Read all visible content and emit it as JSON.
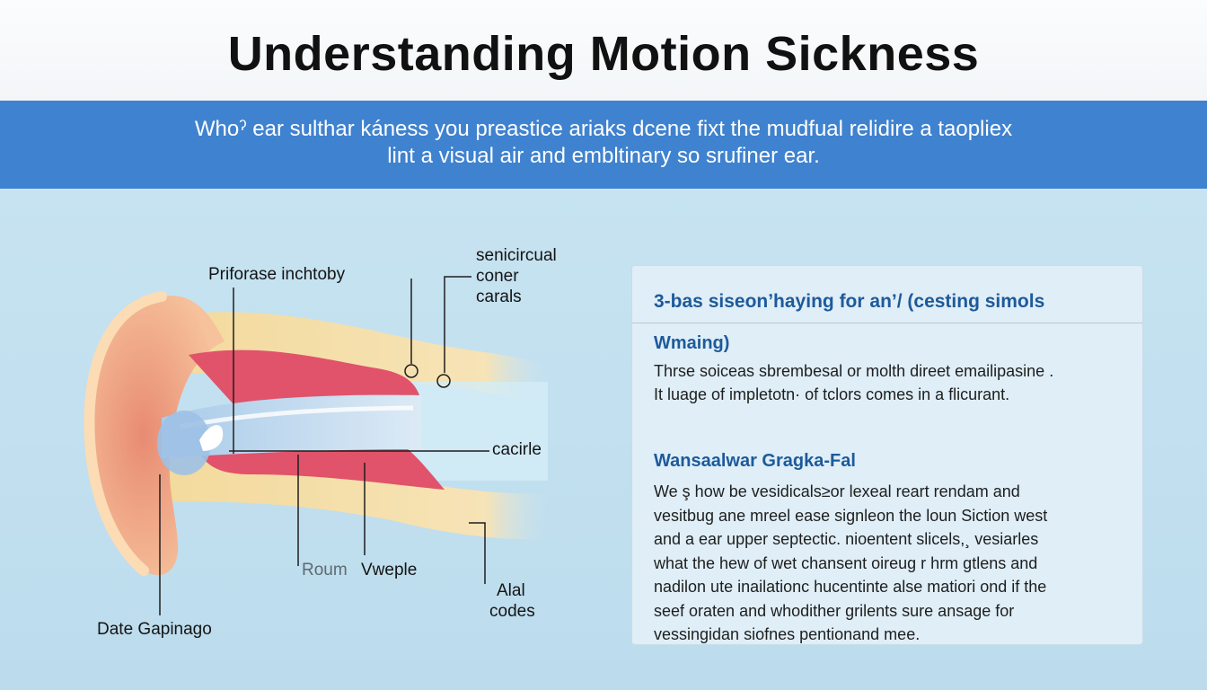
{
  "header": {
    "title": "Understanding Motion Sickness"
  },
  "banner": {
    "line1": "Whoˀ ear sulthar káness you preastice ariaks dcene fixt the mudfual relidire a taopliex",
    "line2": "lint a visual air and embltinary so srufiner ear."
  },
  "diagram": {
    "labels": {
      "top_left": "Priforase inchtoby",
      "top_right_1": "senicircual",
      "top_right_2": "coner",
      "top_right_3": "carals",
      "middle_right": "cacirle",
      "bottom_mid_a": "Roum",
      "bottom_mid_b": "Vweple",
      "bottom_right_1": "Alal",
      "bottom_right_2": "codes",
      "bottom_left": "Date Gapinago"
    },
    "colors": {
      "outer_ear": "#f4b98f",
      "inner_red": "#e0536a",
      "canal_blue": "#bcd9ef",
      "bone": "#f3d99a"
    }
  },
  "panel": {
    "heading": "3-bas siseonʼhaying for an’/ (cesting simols",
    "section1": {
      "title": "Wmaing)",
      "lines": [
        "Thrse soiceas sbrembesal or molth direet emailipasine .",
        "It luage of impletotn· of tclors comes in a flicurant."
      ]
    },
    "section2": {
      "title": "Wansaalwar Gragka-Fal",
      "lines": [
        "We ş how be vesidicals≥or lexeal reart rendam and",
        "vesitbug ane mreel ease signleon the loun Siction west",
        "and a ear upper septectic. nioentent slicels,¸ vesiarles",
        "what the hew of wet chansent oireug r hrm gtlens and",
        "nadilon ute inailationc hucentinte alse matiori ond if the",
        "seef oraten and whodither grilents sure ansage for",
        "vessingidan siofnes pentionand mee."
      ]
    }
  }
}
